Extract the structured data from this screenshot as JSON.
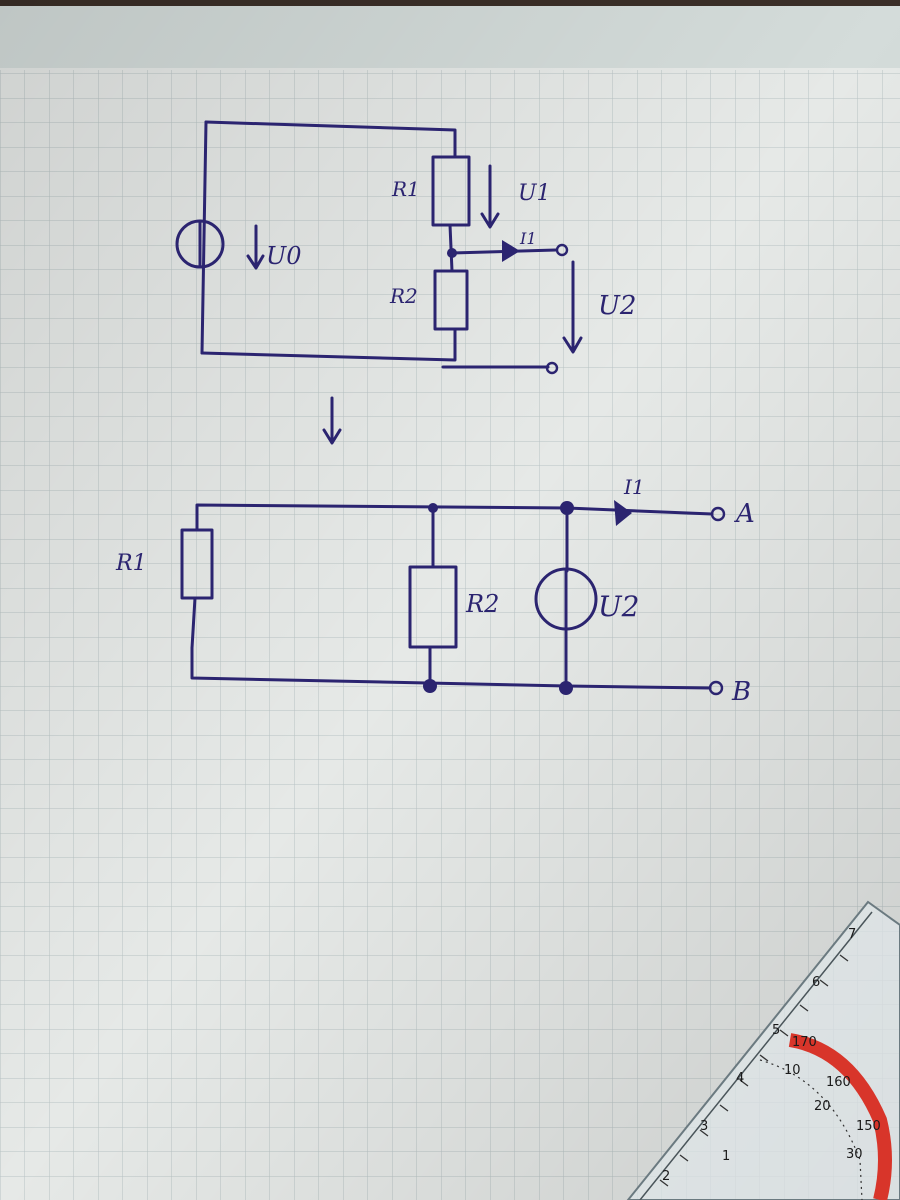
{
  "circuit_original": {
    "labels": {
      "r1": "R1",
      "r2": "R2",
      "u0": "U0",
      "u1": "U1",
      "u2": "U2",
      "i1": "I1"
    }
  },
  "transform_arrow": {
    "glyph": "↓"
  },
  "circuit_equivalent": {
    "labels": {
      "r1": "R1",
      "r2": "R2",
      "u2": "U2",
      "i1": "I1",
      "terminal_a": "A",
      "terminal_b": "B"
    }
  },
  "protractor": {
    "inner_numbers": [
      "1",
      "2",
      "3",
      "4",
      "5",
      "6",
      "7"
    ],
    "angle_numbers": [
      "10",
      "20",
      "30",
      "170",
      "160",
      "150"
    ]
  },
  "colors": {
    "ink": "#2b2470",
    "paper": "#e6e9e7",
    "grid": "#b8c3c4",
    "ruler_red": "#d8352a"
  }
}
